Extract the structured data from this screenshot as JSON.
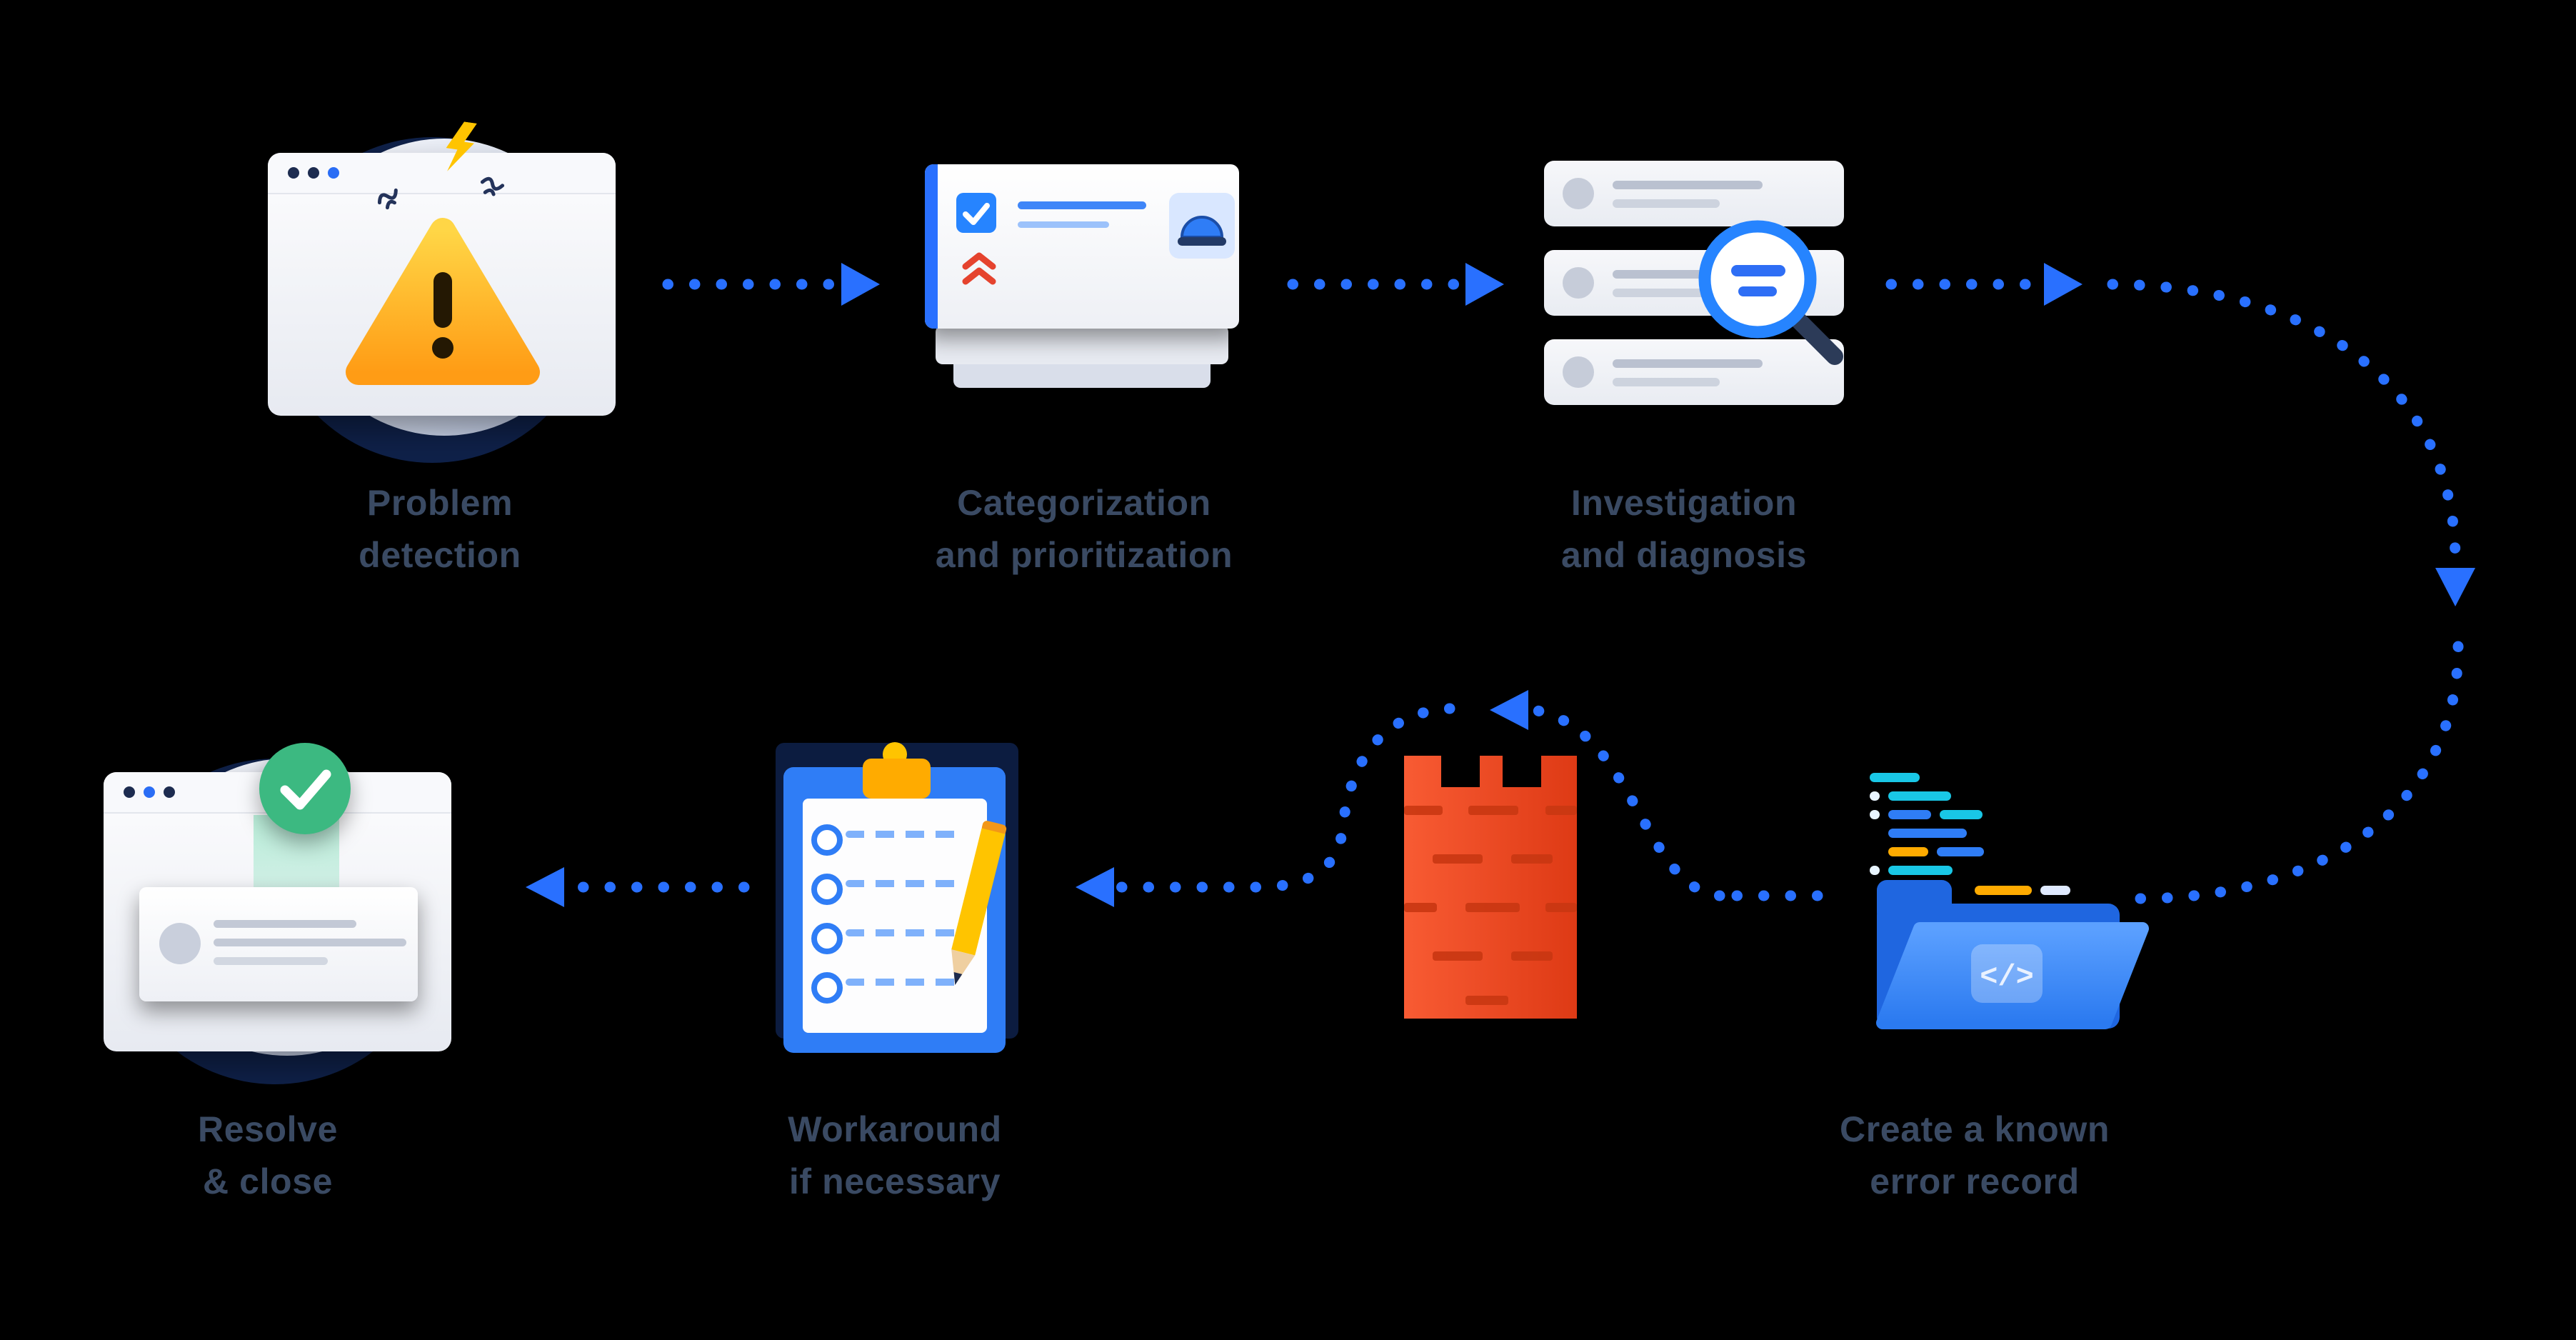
{
  "diagram": {
    "name": "Problem management process flow",
    "background": "#000000"
  },
  "steps": [
    {
      "id": "problem-detection",
      "label_lines": [
        "Problem",
        "detection"
      ],
      "icon": "alert-browser-icon"
    },
    {
      "id": "categorization-prioritization",
      "label_lines": [
        "Categorization",
        "and prioritization"
      ],
      "icon": "ticket-card-icon"
    },
    {
      "id": "investigation-diagnosis",
      "label_lines": [
        "Investigation",
        "and diagnosis"
      ],
      "icon": "list-magnifier-icon"
    },
    {
      "id": "create-known-error-record",
      "label_lines": [
        "Create a known",
        "error record"
      ],
      "icon": "code-folder-icon"
    },
    {
      "id": "workaround-if-necessary",
      "label_lines": [
        "Workaround",
        "if necessary"
      ],
      "icon": "clipboard-checklist-icon"
    },
    {
      "id": "resolve-close",
      "label_lines": [
        "Resolve",
        "& close"
      ],
      "icon": "resolved-browser-icon"
    }
  ],
  "icons": {
    "code_glyph": "</>",
    "barrier": "brick-wall-icon",
    "connector": "dotted-arrow"
  },
  "colors": {
    "arrow_blue": "#2970FF",
    "link_blue": "#2684FF",
    "warning_yellow": "#FFC400",
    "alert_orange": "#FFAB00",
    "priority_red": "#E5432E",
    "brick_red": "#E8401F",
    "success_green": "#36B37E",
    "label_text": "#3A4A63",
    "navy": "#13234D"
  }
}
